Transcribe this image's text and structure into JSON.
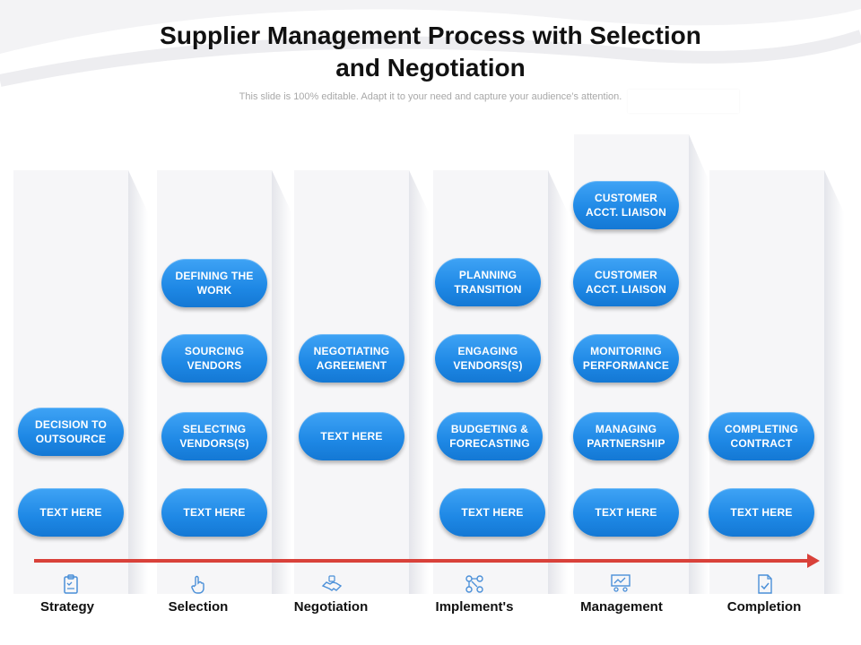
{
  "title_line1": "Supplier Management Process with Selection",
  "title_line2": "and Negotiation",
  "subtitle": "This slide is 100% editable. Adapt it to your need and capture your audience’s attention.",
  "colors": {
    "pill": "#1e88e5",
    "arrow": "#d9413a",
    "icon": "#4a8fd8"
  },
  "stages": [
    {
      "label": "Strategy",
      "icon": "clipboard-icon",
      "items": [
        "DECISION TO OUTSOURCE",
        "TEXT HERE"
      ]
    },
    {
      "label": "Selection",
      "icon": "hand-pointer-icon",
      "items": [
        "DEFINING THE WORK",
        "SOURCING VENDORS",
        "SELECTING VENDORS(S)",
        "TEXT HERE"
      ]
    },
    {
      "label": "Negotiation",
      "icon": "handshake-icon",
      "items": [
        "NEGOTIATING AGREEMENT",
        "TEXT HERE"
      ]
    },
    {
      "label": "Implement's",
      "icon": "network-icon",
      "items": [
        "PLANNING TRANSITION",
        "ENGAGING VENDORS(S)",
        "BUDGETING & FORECASTING",
        "TEXT HERE"
      ]
    },
    {
      "label": "Management",
      "icon": "team-board-icon",
      "items": [
        "CUSTOMER ACCT. LIAISON",
        "CUSTOMER ACCT. LIAISON",
        "MONITORING PERFORMANCE",
        "MANAGING PARTNERSHIP",
        "TEXT HERE"
      ]
    },
    {
      "label": "Completion",
      "icon": "document-check-icon",
      "items": [
        "COMPLETING CONTRACT",
        "TEXT HERE"
      ]
    }
  ]
}
